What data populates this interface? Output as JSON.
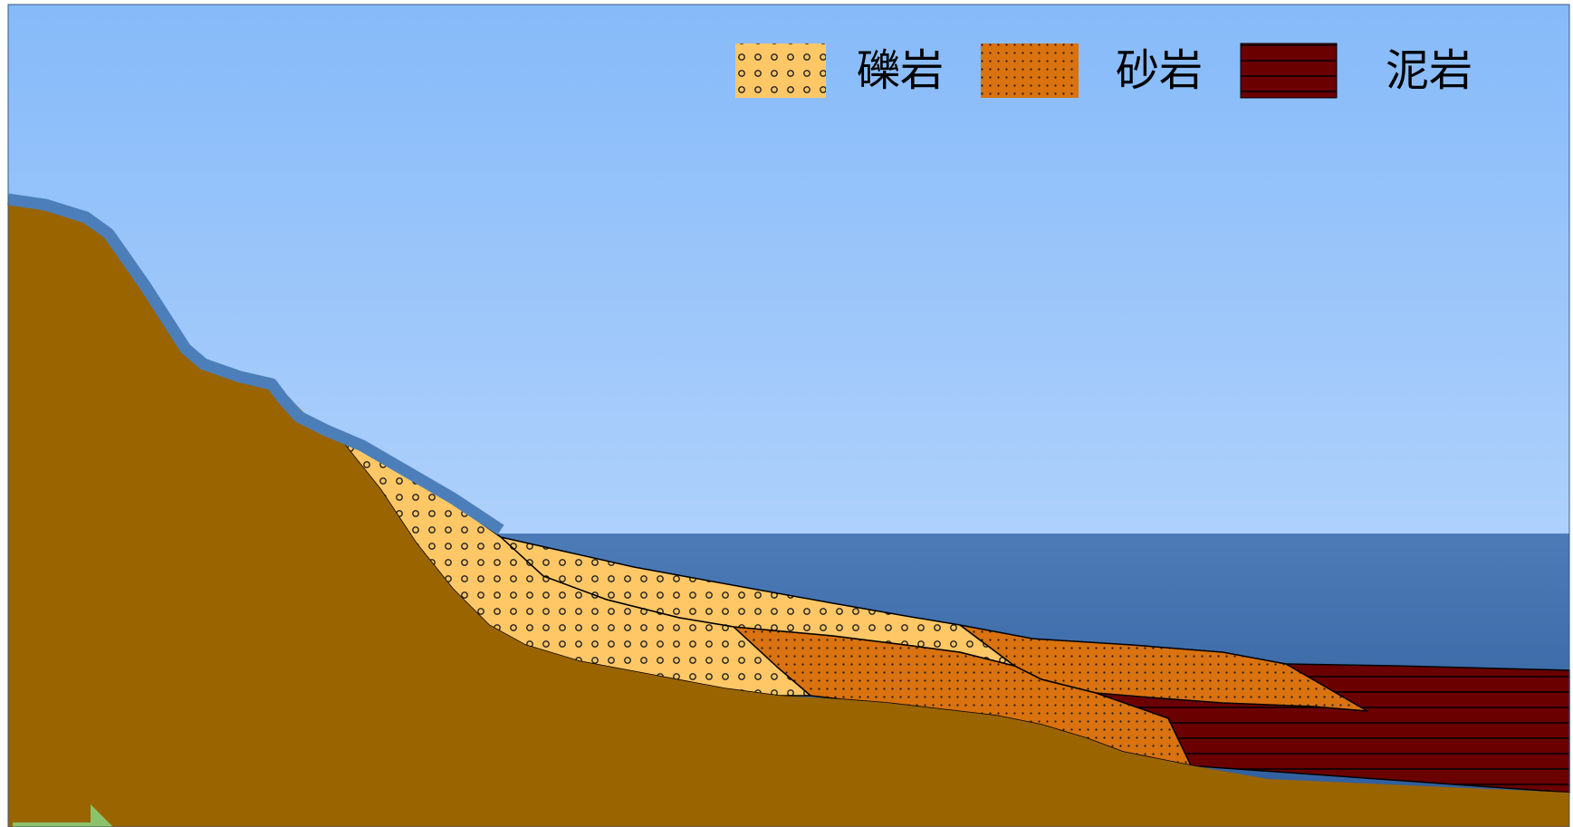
{
  "legend": {
    "items": [
      {
        "id": "gravel",
        "label": "礫岩",
        "color": "#FFC766",
        "pattern": "circles"
      },
      {
        "id": "sand",
        "label": "砂岩",
        "color": "#D9720F",
        "pattern": "dots"
      },
      {
        "id": "mud",
        "label": "泥岩",
        "color": "#6B0000",
        "pattern": "lines"
      }
    ]
  },
  "colors": {
    "sky_top": "#86BAF9",
    "sky_bottom": "#C4DDFD",
    "sea_top": "#4C7BB7",
    "sea_bottom": "#2E5C9B",
    "land": "#9A6400",
    "river": "#4C7FB9",
    "gravel": "#FFC766",
    "sand": "#D9720F",
    "mud": "#6B0000",
    "arrow": "#8DC26C"
  }
}
